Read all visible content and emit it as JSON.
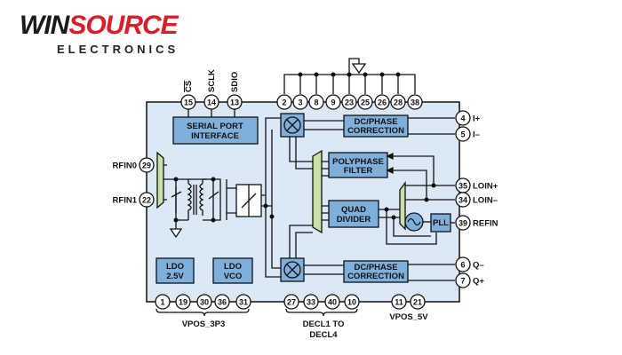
{
  "logo": {
    "brand_dark": "WIN",
    "brand_red": "SOURCE",
    "subtitle": "ELECTRONICS",
    "red": "#d81e2a"
  },
  "colors": {
    "chip_fill": "#dbe8f5",
    "block_fill": "#7fb0dc",
    "mux_fill": "#c9e1a4",
    "line": "#111111"
  },
  "top_pins": [
    {
      "num": "15",
      "label": "CS",
      "overline": true
    },
    {
      "num": "14",
      "label": "SCLK"
    },
    {
      "num": "13",
      "label": "SDIO"
    }
  ],
  "ground_pins": [
    "2",
    "3",
    "8",
    "9",
    "23",
    "25",
    "26",
    "28",
    "38"
  ],
  "left_pins": [
    {
      "num": "29",
      "label": "RFIN0"
    },
    {
      "num": "22",
      "label": "RFIN1"
    }
  ],
  "right_pins": [
    {
      "num": "4",
      "label": "I+"
    },
    {
      "num": "5",
      "label": "I–"
    },
    {
      "num": "35",
      "label": "LOIN+"
    },
    {
      "num": "34",
      "label": "LOIN–"
    },
    {
      "num": "39",
      "label": "REFIN"
    },
    {
      "num": "6",
      "label": "Q–"
    },
    {
      "num": "7",
      "label": "Q+"
    }
  ],
  "bottom_groups": [
    {
      "pins": [
        "1",
        "19",
        "30",
        "36",
        "31"
      ],
      "label": "VPOS_3P3"
    },
    {
      "pins": [
        "27",
        "33",
        "40",
        "10"
      ],
      "label_line1": "DECL1 TO",
      "label_line2": "DECL4"
    },
    {
      "pins": [
        "11",
        "21"
      ],
      "label": "VPOS_5V"
    }
  ],
  "blocks": {
    "serial_port": [
      "SERIAL PORT",
      "INTERFACE"
    ],
    "dc_phase_top": [
      "DC/PHASE",
      "CORRECTION"
    ],
    "dc_phase_bottom": [
      "DC/PHASE",
      "CORRECTION"
    ],
    "polyphase": [
      "POLYPHASE",
      "FILTER"
    ],
    "quad_divider": [
      "QUAD",
      "DIVIDER"
    ],
    "pll": "PLL",
    "ldo_25": [
      "LDO",
      "2.5V"
    ],
    "ldo_vco": [
      "LDO",
      "VCO"
    ]
  }
}
